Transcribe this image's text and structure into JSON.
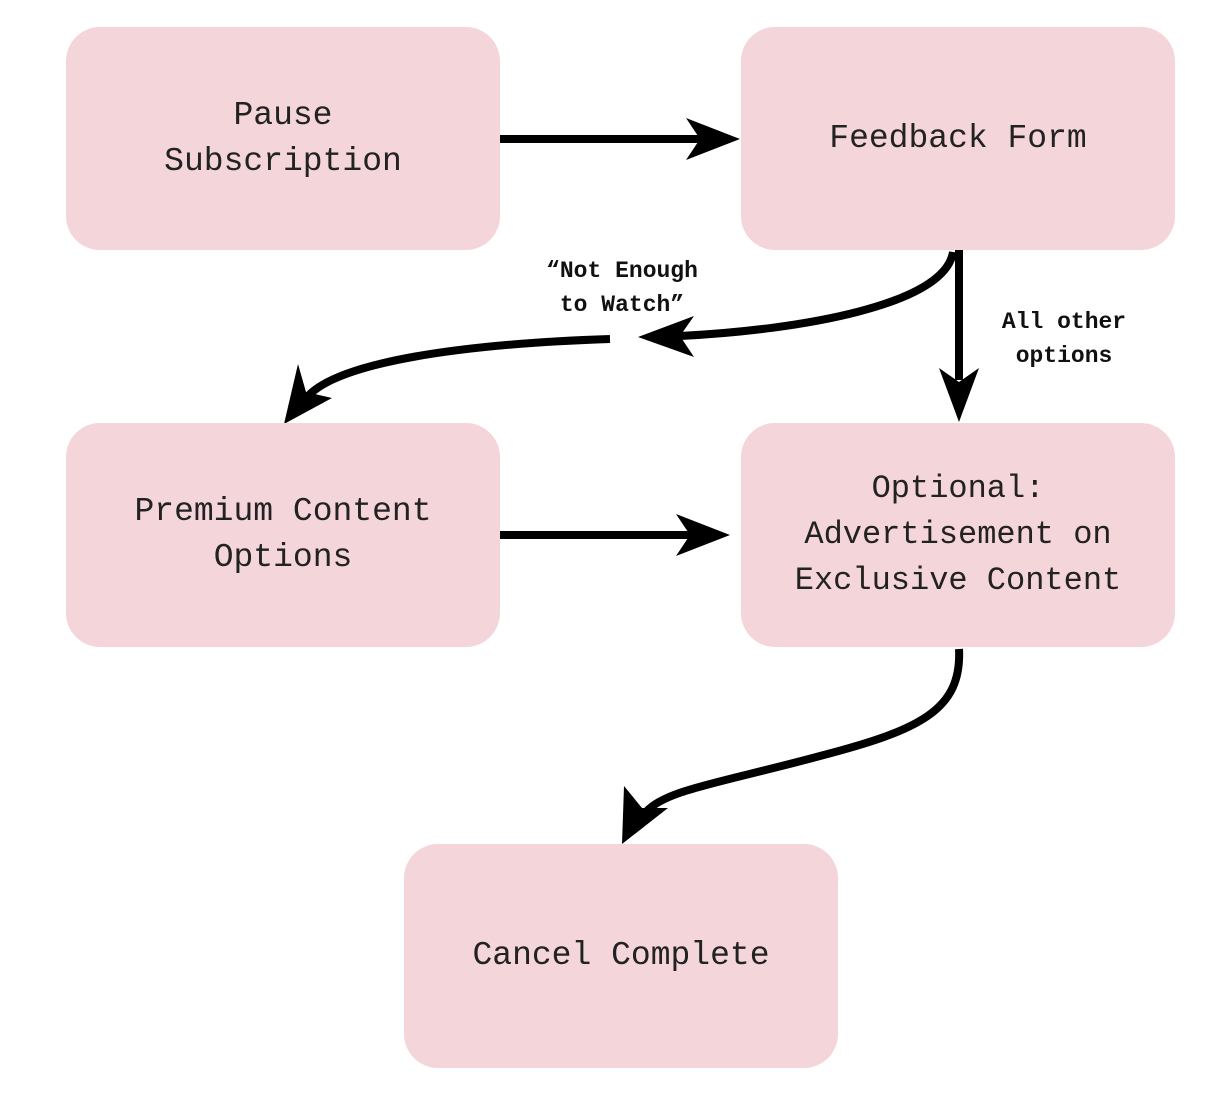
{
  "diagram": {
    "nodes": {
      "pause": "Pause\nSubscription",
      "feedback": "Feedback Form",
      "premium": "Premium Content\nOptions",
      "optional": "Optional:\nAdvertisement on\nExclusive Content",
      "cancel": "Cancel Complete"
    },
    "edge_labels": {
      "not_enough": "“Not Enough\nto Watch”",
      "all_other": "All other\noptions"
    },
    "colors": {
      "node_fill": "#f4d5da",
      "arrow": "#000000"
    }
  }
}
